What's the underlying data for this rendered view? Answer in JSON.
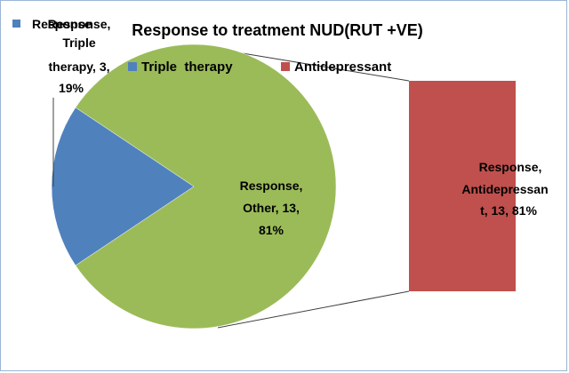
{
  "chart_data": {
    "type": "pie",
    "subtype": "bar-of-pie",
    "title": "Response to treatment NUD(RUT +VE)",
    "legend": {
      "placement": "top",
      "entries": [
        "Triple  therapy",
        "Antidepressant"
      ]
    },
    "slices": [
      {
        "series": "Response",
        "category": "Triple therapy",
        "value": 3,
        "percent": "19%",
        "color": "#4f81bd"
      },
      {
        "series": "Response",
        "category": "Other",
        "value": 13,
        "percent": "81%",
        "color": "#9bbb59"
      }
    ],
    "secondary_bar": [
      {
        "series": "Response",
        "category": "Antidepressant",
        "value": 13,
        "percent": "81%",
        "color": "#c0504d"
      }
    ],
    "data_labels": {
      "triple": [
        "Response,",
        "Triple",
        "therapy, 3,",
        "19%"
      ],
      "other": [
        "Response,",
        "Other, 13,",
        "81%"
      ],
      "antidepressant": [
        "Response,",
        "Antidepressan",
        "t, 13, 81%"
      ]
    },
    "stray_legend_entry": "Response"
  }
}
